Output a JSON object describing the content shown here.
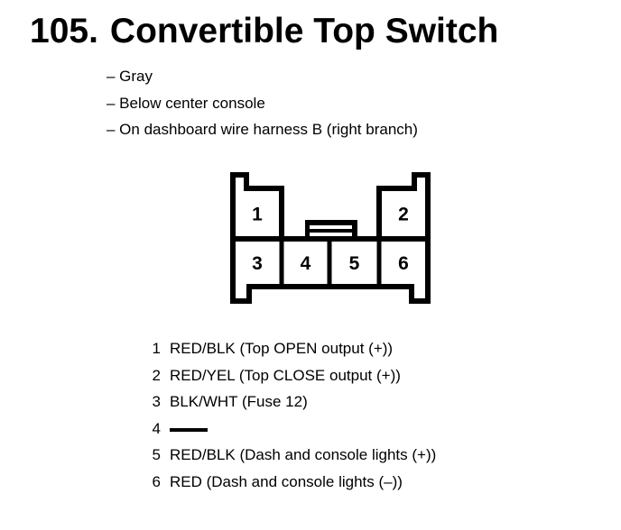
{
  "colors": {
    "ink": "#000000",
    "paper": "#ffffff"
  },
  "header": {
    "number": "105.",
    "title": "Convertible Top Switch",
    "details": [
      "– Gray",
      "– Below center console",
      "– On dashboard wire harness B (right branch)"
    ]
  },
  "connector": {
    "description": "6-pin connector, front view, top row pins 1-2, bottom row pins 3-6, center latch",
    "cells": {
      "c1": "1",
      "c2": "2",
      "c3": "3",
      "c4": "4",
      "c5": "5",
      "c6": "6"
    }
  },
  "pin_descriptions": [
    {
      "pin": "1",
      "wire": "RED/BLK (Top OPEN output (+))",
      "dash": false
    },
    {
      "pin": "2",
      "wire": "RED/YEL (Top CLOSE output (+))",
      "dash": false
    },
    {
      "pin": "3",
      "wire": "BLK/WHT (Fuse 12)",
      "dash": false
    },
    {
      "pin": "4",
      "wire": "",
      "dash": true
    },
    {
      "pin": "5",
      "wire": "RED/BLK (Dash and console lights (+))",
      "dash": false
    },
    {
      "pin": "6",
      "wire": "RED (Dash and console lights (–))",
      "dash": false
    }
  ]
}
